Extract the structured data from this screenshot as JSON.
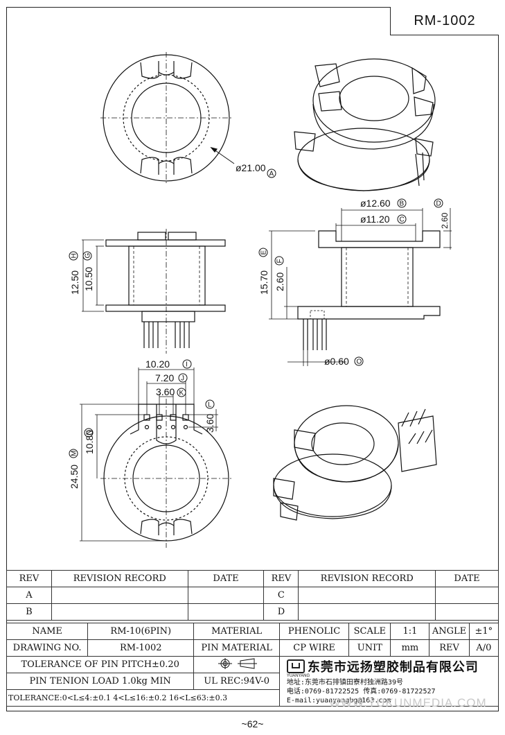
{
  "drawing": {
    "part_title": "RM-1002",
    "page_number": "~62~",
    "dimensions": {
      "outer_diameter": "ø21.00",
      "outer_diameter_ref": "A",
      "flange_width": "ø12.60",
      "flange_width_ref": "B",
      "inner_width": "ø11.20",
      "inner_width_ref": "C",
      "flange_thickness": "2.60",
      "flange_thickness_ref": "D",
      "total_height": "15.70",
      "total_height_ref": "E",
      "base_height": "2.60",
      "base_height_ref": "F",
      "winding_height": "10.50",
      "winding_height_ref": "G",
      "flange_span": "12.50",
      "flange_span_ref": "H",
      "pin_row_width": "10.20",
      "pin_row_width_ref": "I",
      "pin_outer_pitch": "7.20",
      "pin_outer_pitch_ref": "J",
      "pin_inner_pitch": "3.60",
      "pin_inner_pitch_ref": "K",
      "pin_row_pitch": "3.60",
      "pin_row_pitch_ref": "L",
      "overall_length": "24.50",
      "overall_length_ref": "M",
      "pin_to_center": "10.80",
      "pin_to_center_ref": "N",
      "pin_diameter": "ø0.60",
      "pin_diameter_ref": "O"
    }
  },
  "revision": {
    "rev_header": "REV",
    "record_header": "REVISION RECORD",
    "date_header": "DATE",
    "rows_left": [
      "A",
      "B"
    ],
    "rows_right": [
      "C",
      "D"
    ]
  },
  "spec": {
    "name_label": "NAME",
    "name_value": "RM-10(6PIN)",
    "material_label": "MATERIAL",
    "material_value": "PHENOLIC",
    "scale_label": "SCALE",
    "scale_value": "1:1",
    "angle_label": "ANGLE",
    "angle_value": "±1°",
    "drawing_no_label": "DRAWING NO.",
    "drawing_no_value": "RM-1002",
    "pin_material_label": "PIN MATERIAL",
    "pin_material_value": "CP WIRE",
    "unit_label": "UNIT",
    "unit_value": "mm",
    "rev_label": "REV",
    "rev_value": "A/0",
    "pin_pitch_tolerance": "TOLERANCE OF PIN PITCH±0.20",
    "pin_tension": "PIN TENION LOAD 1.0kg MIN",
    "ul_rating": "UL REC:94V-0",
    "tolerance": "TOLERANCE:0<L≤4:±0.1  4<L≤16:±0.2  16<L≤63:±0.3",
    "logo_text": "YUANYANG",
    "company": "东莞市远扬塑胶制品有限公司",
    "address": "地址:东莞市石排镇田寮村独洲路39号",
    "phone": "电话:0769-81722525   传真:0769-81722527",
    "email": "E-mail:yuanyangbg@163.com"
  },
  "watermark": "WWW.YUKUNMEDIA.COM"
}
